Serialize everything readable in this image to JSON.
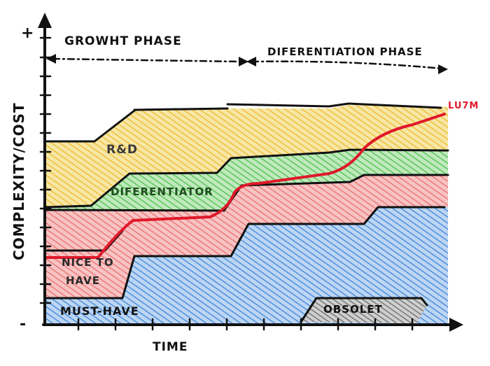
{
  "axes": {
    "y_label": "COMPLEXITY/COST",
    "x_label": "TIME",
    "y_top": "+",
    "y_bottom": "-"
  },
  "phases": {
    "growth": "GROWHT PHASE",
    "differentiation": "DIFERENTIATION PHASE"
  },
  "bands": {
    "rd": "R&D",
    "differentiator": "DIFERENTIATOR",
    "nice_line1": "NICE TO",
    "nice_line2": "HAVE",
    "must_have": "MUST-HAVE",
    "obsolete": "OBSOLET"
  },
  "curve_label": "LU7M",
  "colors": {
    "rd": "#f2cf5a",
    "differentiator": "#7cd37a",
    "nice_to_have": "#f08a8a",
    "must_have": "#6aa1e0",
    "obsolete": "#8c8c8c",
    "curve": "#e0182a",
    "ink": "#111111"
  }
}
